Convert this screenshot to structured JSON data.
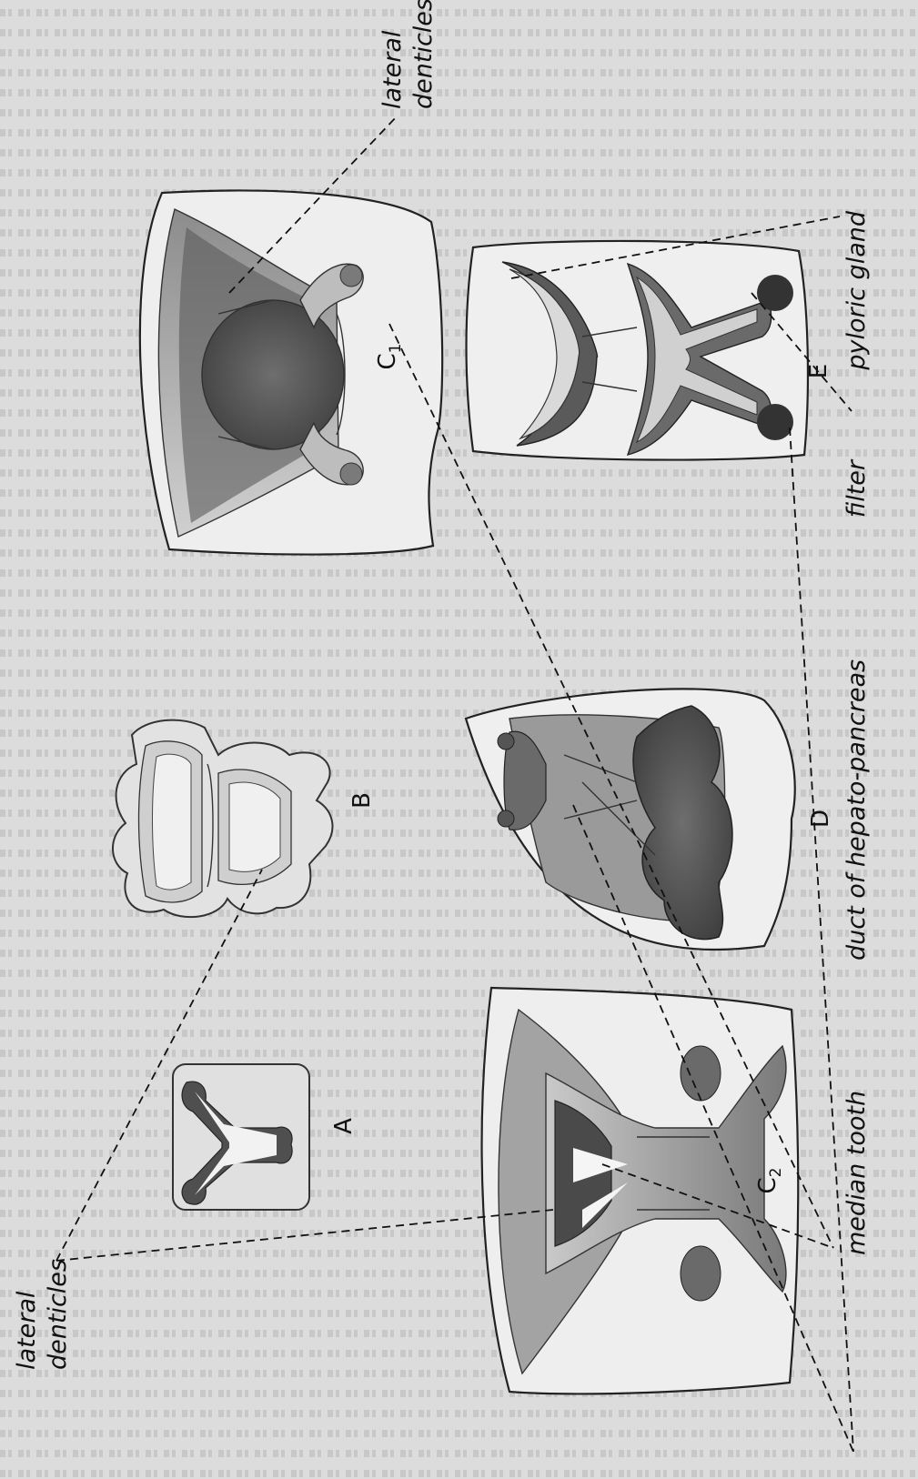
{
  "labels": {
    "lateral_denticles_top": [
      "lateral",
      "denticles"
    ],
    "pyloric_gland": "pyloric gland",
    "filter": "filter",
    "duct_hepato_pancreas": "duct of hepato-pancreas",
    "median_tooth": "median tooth",
    "lateral_denticles_bottom": [
      "lateral",
      "denticles"
    ]
  },
  "figures": {
    "A": "A",
    "B": "B",
    "C1": "C",
    "C1_sub": "1",
    "C2": "C",
    "C2_sub": "2",
    "D": "D",
    "E": "E"
  },
  "colors": {
    "page": "#dcdcdc",
    "tissue_light": "#eeeeee",
    "tissue_mid": "#a9a9a9",
    "tissue_dark": "#5a5a5a",
    "ink": "#111111"
  }
}
